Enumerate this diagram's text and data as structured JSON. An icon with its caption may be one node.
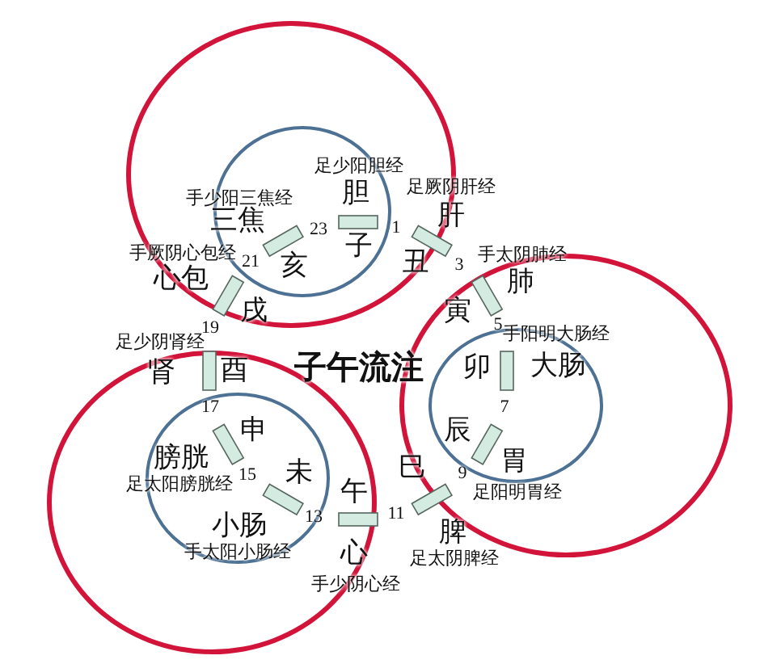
{
  "diagram": {
    "title": "子午流注",
    "nodes": [
      {
        "text": [],
        "shape": "circle"
      },
      {
        "text": [],
        "shape": "circle",
        "in": 0
      },
      {
        "text": [],
        "shape": "circle"
      },
      {
        "text": [],
        "shape": "circle",
        "in": 2
      },
      {
        "text": [],
        "shape": "circle"
      },
      {
        "text": [],
        "shape": "circle",
        "in": 4
      }
    ],
    "labels": [
      "子",
      "胆",
      "足少阳胆经",
      "1",
      "丑",
      "肝",
      "足厥阴肝经",
      "3",
      "寅",
      "肺",
      "手太阴肺经",
      "5",
      "卯",
      "大肠",
      "手阳明大肠经",
      "7",
      "辰",
      "胃",
      "足阳明胃经",
      "9",
      "巳",
      "脾",
      "足太阴脾经",
      "11",
      "午",
      "心",
      "手少阴心经",
      "13",
      "未",
      "小肠",
      "手太阳小肠经",
      "15",
      "申",
      "膀胱",
      "足太阳膀胱经",
      "17",
      "酉",
      "肾",
      "足少阴肾经",
      "19",
      "戌",
      "心包",
      "手厥阴心包经",
      "21",
      "亥",
      "三焦",
      "手少阳三焦经",
      "23"
    ]
  }
}
